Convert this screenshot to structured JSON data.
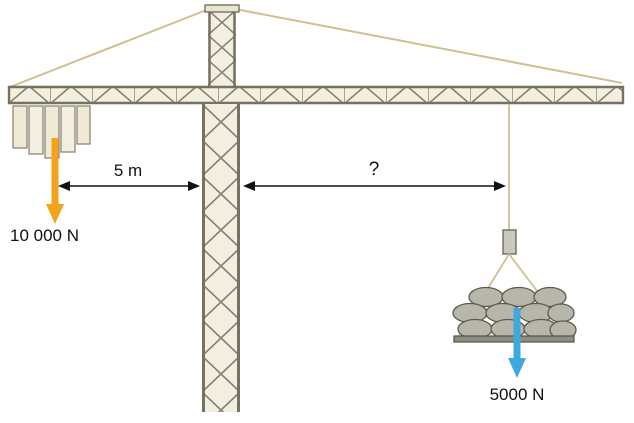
{
  "diagram": {
    "type": "physics-crane-torque",
    "labels": {
      "counterweight_force": "10 000 N",
      "left_distance": "5 m",
      "right_distance": "?",
      "load_force": "5000 N"
    },
    "colors": {
      "counterweight_arrow": "#F2A21D",
      "load_arrow": "#3FA8DC",
      "structure_outline": "#75725F",
      "structure_fill": "#F3EFE0",
      "cable": "#CFC092",
      "dimension": "#111111"
    }
  }
}
